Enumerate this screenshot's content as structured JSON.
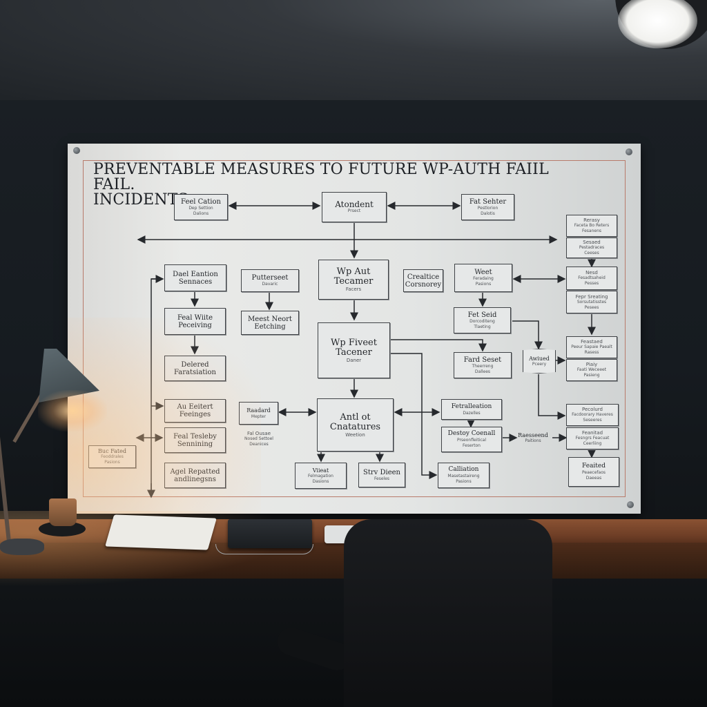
{
  "board": {
    "title_line1": "PREVENTABLE MEASURES TO FUTURE WP-AUTH FAIIL FAIL.",
    "title_line2": "INCIDENTS:"
  },
  "nodes": {
    "feel_cation": {
      "title": "Feel Cation",
      "sub1": "Dep Settion",
      "sub2": "Dalions"
    },
    "atondent": {
      "title": "Atondent",
      "sub1": "Prsect"
    },
    "fat_sehter": {
      "title": "Fat Sehter",
      "sub1": "Pestlorion",
      "sub2": "Dalotis"
    },
    "dael_eantion": {
      "title": "Dael Eantion",
      "sub1": "Sennaces"
    },
    "putterseet": {
      "title": "Putterseet",
      "sub1": "Davaric"
    },
    "wp_aut": {
      "title": "Wp Aut",
      "sub1": "Tecamer",
      "sub2": "Facers"
    },
    "crealtice": {
      "title": "Crealtice",
      "sub1": "Corsnorey"
    },
    "weet": {
      "title": "Weet",
      "sub1": "Feradaing",
      "sub2": "Pasions"
    },
    "feal_wiite": {
      "title": "Feal Wiite",
      "sub1": "Peceiving"
    },
    "meest_neort": {
      "title": "Meest Neort",
      "sub1": "Eetching"
    },
    "fet_seid": {
      "title": "Fet Seid",
      "sub1": "Dorcoditeng",
      "sub2": "Tlaeting"
    },
    "wp_fiveet": {
      "title": "Wp Fiveet",
      "sub1": "Tacener",
      "sub2": "Daner"
    },
    "delered": {
      "title": "Delered",
      "sub1": "Faratsiation"
    },
    "fard_seset": {
      "title": "Fard Seset",
      "sub1": "Theerreng",
      "sub2": "Dallees"
    },
    "awiued": {
      "title": "Awiued",
      "sub1": "Pceery"
    },
    "au_eeitert": {
      "title": "Au Eeitert",
      "sub1": "Feeinges"
    },
    "raadard": {
      "title": "Raadard",
      "sub1": "Mepter"
    },
    "antl_ot": {
      "title": "Antl ot",
      "sub1": "Cnatatures",
      "sub2": "Weetion"
    },
    "fetralleation": {
      "title": "Fetralleation",
      "sub1": "Dazelles"
    },
    "feal_tesleby": {
      "title": "Feal Tesleby",
      "sub1": "Sennining"
    },
    "fal_ousae": {
      "title": "Fal Ousae",
      "sub1": "Nosed Settoel",
      "sub2": "Deanices"
    },
    "destoy_coenall": {
      "title": "Destoy Coenall",
      "sub1": "Prseonfleitical",
      "sub2": "Feserton"
    },
    "raesseend": {
      "title": "Raesseend",
      "sub1": "Paitions"
    },
    "buc_fated": {
      "title": "Buc Fated",
      "sub1": "Feoddrales",
      "sub2": "Pasions"
    },
    "agel_repatted": {
      "title": "Agel Repatted",
      "sub1": "andlinegsns"
    },
    "viieat": {
      "title": "Viieat",
      "sub1": "Felmagation",
      "sub2": "Dasions"
    },
    "strv_dieen": {
      "title": "Strv Dieen",
      "sub1": "Feseles"
    },
    "calliation": {
      "title": "Calliation",
      "sub1": "Masetastaireng",
      "sub2": "Pasions"
    },
    "r_right1": {
      "title": "Rerasy",
      "sub1": "Faceta Bo Reters",
      "sub2": "Fesanens"
    },
    "r_right2": {
      "title": "Sesaed",
      "sub1": "Pestadraces",
      "sub2": "Ceeses"
    },
    "r_right3": {
      "title": "Nesd",
      "sub1": "Fesadtsaheid",
      "sub2": "Pesses"
    },
    "r_right4": {
      "title": "Fepr Sreating",
      "sub1": "Sorsutatisstes",
      "sub2": "Pesees"
    },
    "r_right5": {
      "title": "Feastaed",
      "sub1": "Peeur Sapaie Paealt",
      "sub2": "Rasess"
    },
    "r_right6": {
      "title": "Piaiy",
      "sub1": "Faati Weceeet",
      "sub2": "Pasieng"
    },
    "r_right7": {
      "title": "Pecolurd",
      "sub1": "Facdoorary Haveres",
      "sub2": "Seseeres"
    },
    "r_right8": {
      "title": "Feanitad",
      "sub1": "Fesngrs Feacuat",
      "sub2": "Ceerliing"
    },
    "r_right9": {
      "title": "Feaited",
      "sub1": "Peaecefaos",
      "sub2": "Daeeas"
    }
  }
}
